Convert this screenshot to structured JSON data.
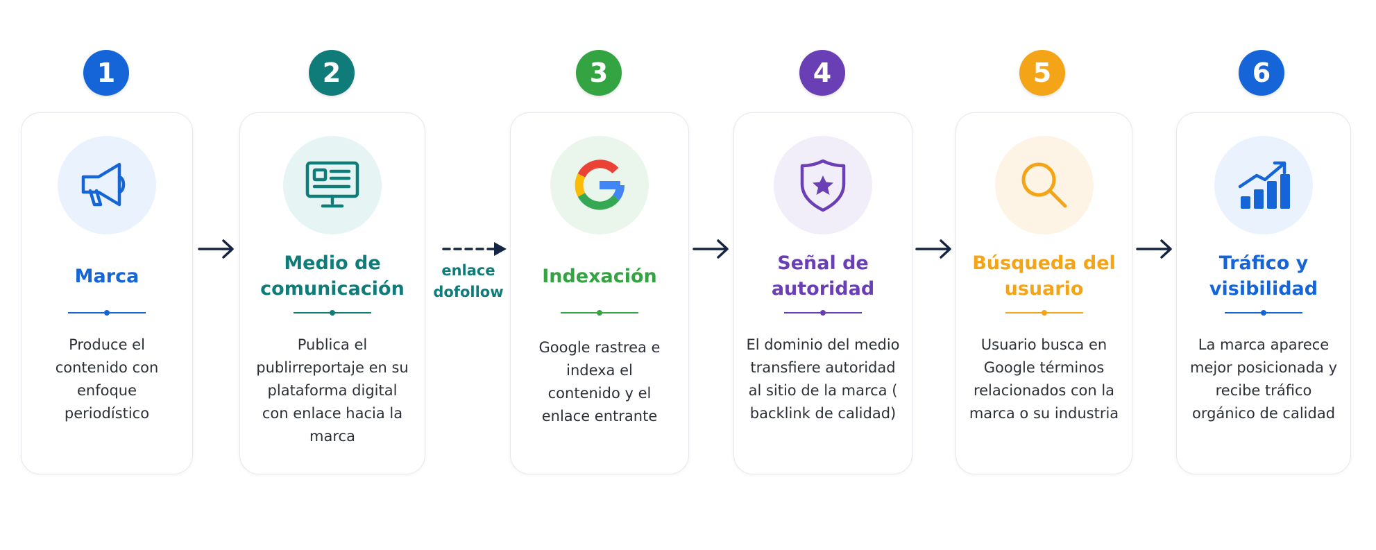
{
  "steps": [
    {
      "number": "1",
      "title": "Marca",
      "description": "Produce el contenido con enfoque periodístico",
      "icon": "megaphone-icon",
      "color": "#1565d8",
      "tint": "#eaf2fd"
    },
    {
      "number": "2",
      "title": "Medio de comunicación",
      "description": "Publica el publirreportaje en su plataforma digital con enlace hacia la marca",
      "icon": "monitor-icon",
      "color": "#0f7c7a",
      "tint": "#e6f4f3"
    },
    {
      "number": "3",
      "title": "Indexación",
      "description": "Google rastrea e indexa el contenido y el enlace entrante",
      "icon": "google-logo-icon",
      "color": "#34a443",
      "tint": "#eaf5ec"
    },
    {
      "number": "4",
      "title": "Señal de autoridad",
      "description": "El dominio del medio transfiere autoridad al sitio de la marca ( backlink de calidad)",
      "icon": "shield-star-icon",
      "color": "#6a3fb5",
      "tint": "#f1edf9"
    },
    {
      "number": "5",
      "title": "Búsqueda del usuario",
      "description": "Usuario busca en Google términos relacionados con la marca o su industria",
      "icon": "magnifier-icon",
      "color": "#f4a417",
      "tint": "#fef4e6"
    },
    {
      "number": "6",
      "title": "Tráfico y visibilidad",
      "description": "La marca aparece mejor posicionada y recibe tráfico orgánico de calidad",
      "icon": "growth-chart-icon",
      "color": "#1565d8",
      "tint": "#eaf2fd"
    }
  ],
  "connector": {
    "label": "enlace dofollow",
    "arrow_color": "#142442",
    "label_color": "#0f7c7a"
  }
}
